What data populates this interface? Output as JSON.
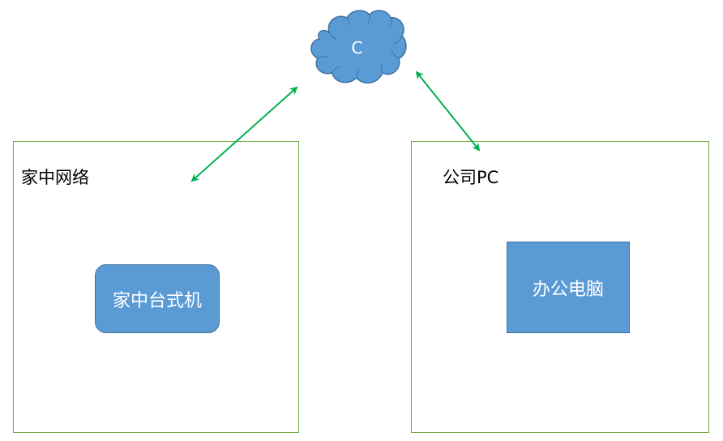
{
  "diagram": {
    "cloud": {
      "label": "C",
      "fill": "#5b9bd5",
      "stroke": "#41719c"
    },
    "home_network": {
      "label": "家中网络",
      "border_color": "#70ad47",
      "device": {
        "label": "家中台式机",
        "fill": "#5b9bd5"
      }
    },
    "office": {
      "label": "公司PC",
      "border_color": "#70ad47",
      "device": {
        "label": "办公电脑",
        "fill": "#5b9bd5"
      }
    },
    "connections": [
      {
        "from": "home_network",
        "to": "cloud",
        "color": "#00b050",
        "bidirectional": true
      },
      {
        "from": "cloud",
        "to": "office",
        "color": "#00b050",
        "bidirectional": true
      }
    ]
  }
}
